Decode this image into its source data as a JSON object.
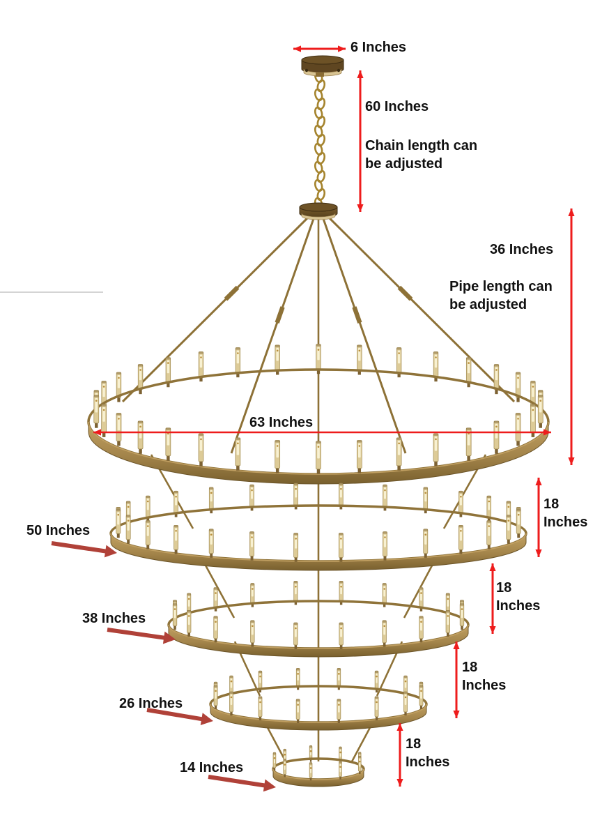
{
  "figure": {
    "type": "product-dimension-diagram",
    "subject": "5-tier wagon wheel candle chandelier with canopy and chain",
    "canopy_width_inches": 6,
    "chain_length_inches": 60,
    "pipe_length_inches": 36,
    "tier_diameters_inches": [
      63,
      50,
      38,
      26,
      14
    ],
    "tier_spacing_inches": 18
  },
  "annotations": {
    "canopy_width": "6 Inches",
    "chain_length": "60 Inches",
    "chain_note": "Chain length can\nbe adjusted",
    "pipe_length": "36 Inches",
    "pipe_note": "Pipe length can\nbe adjusted",
    "tier1_diameter": "63 Inches",
    "tier_spacing_1": "18\nInches",
    "tier_spacing_2": "18\nInches",
    "tier_spacing_3": "18\nInches",
    "tier_spacing_4": "18\nInches",
    "tier2_diameter": "50 Inches",
    "tier3_diameter": "38 Inches",
    "tier4_diameter": "26 Inches",
    "tier5_diameter": "14 Inches"
  },
  "colors": {
    "dimension_arrow": "#ee1c1c",
    "pointer_arrow": "#b04138",
    "label_text": "#111111",
    "brass_light": "#c2a263",
    "brass_mid": "#a3844a",
    "brass_dark": "#79602e",
    "canopy_brown": "#5f4621",
    "canopy_cream": "#d8c493",
    "chain_gold": "#a5842e",
    "candle_glass": "#ddcb97",
    "candle_glow": "#f8f1d2",
    "background": "#ffffff"
  }
}
